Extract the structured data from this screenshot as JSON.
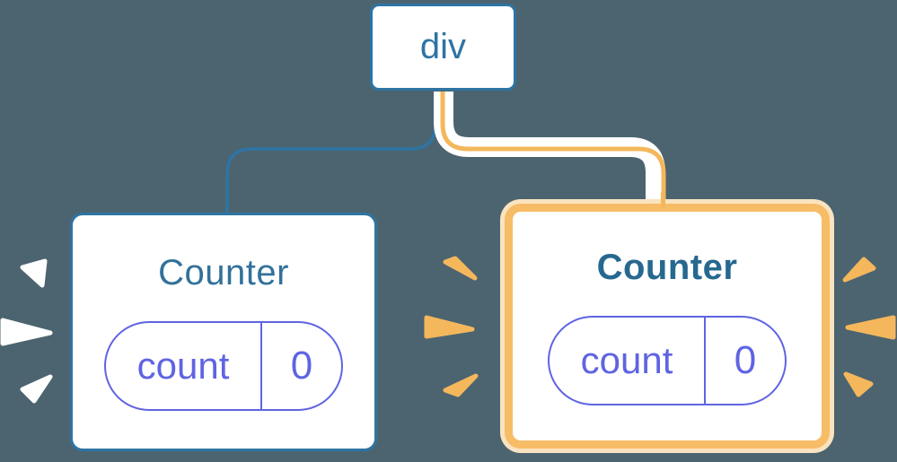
{
  "diagram": {
    "root": {
      "label": "div"
    },
    "left_counter": {
      "title": "Counter",
      "state_key": "count",
      "state_value": "0"
    },
    "right_counter": {
      "title": "Counter",
      "state_key": "count",
      "state_value": "0"
    }
  },
  "colors": {
    "background": "#4C6470",
    "blue": "#2E74A4",
    "title_left": "#32719A",
    "title_right": "#26688F",
    "purple": "#5F64E2",
    "orange": "#F7BC66",
    "orange_light": "#FAE3C0",
    "orange_ray": "#F5B75C",
    "white": "#FFFFFF"
  }
}
